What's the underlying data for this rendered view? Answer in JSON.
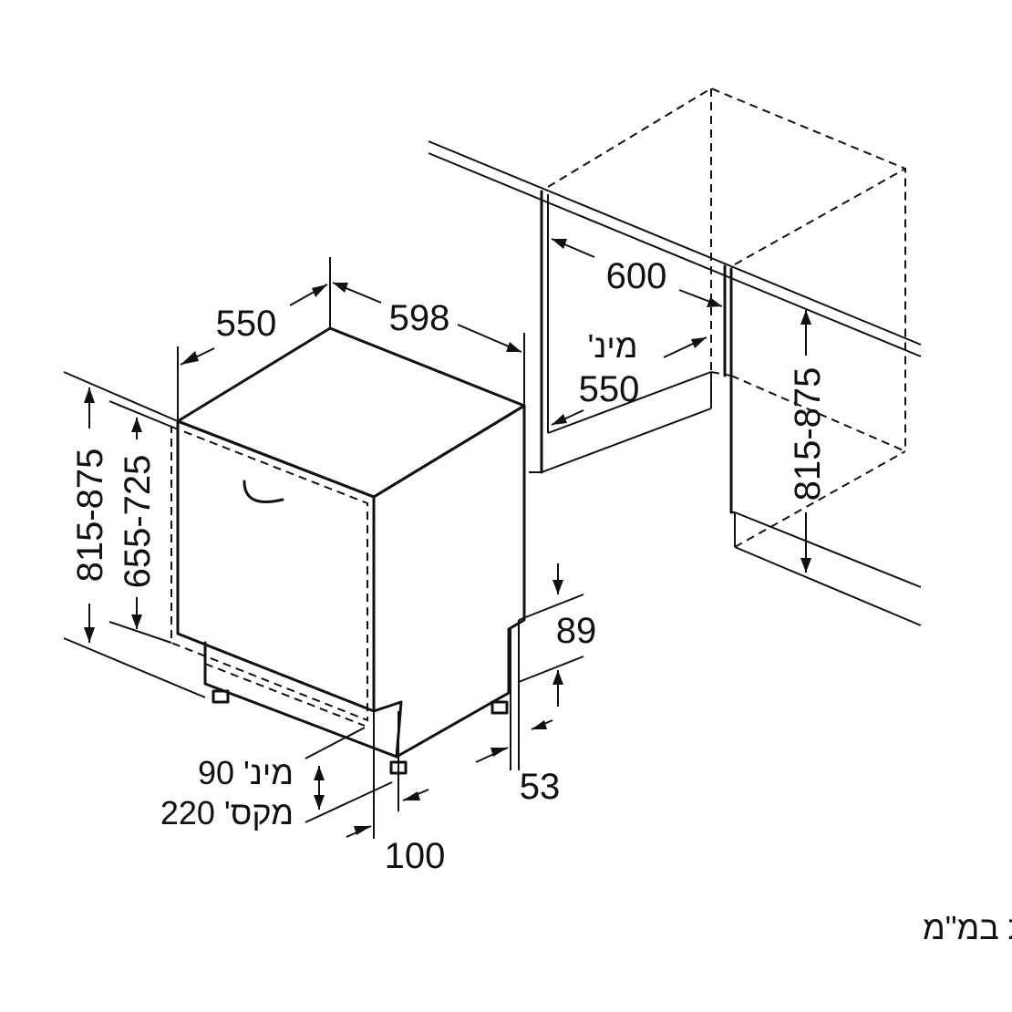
{
  "dimensions": {
    "depth": "550",
    "width": "598",
    "niche_width": "600",
    "niche_depth_label": "מינ'",
    "niche_depth_value": "550",
    "height_range_left": "815-875",
    "height_range_inner": "655-725",
    "height_range_right": "815-875",
    "plinth_gap": "89",
    "plinth_offset": "53",
    "plinth_setback": "100",
    "plinth_min": "מינ' 90",
    "plinth_max": "מקס' 220"
  },
  "caption": "מידות במ\"מ",
  "colors": {
    "ink": "#111111",
    "background": "#ffffff"
  }
}
